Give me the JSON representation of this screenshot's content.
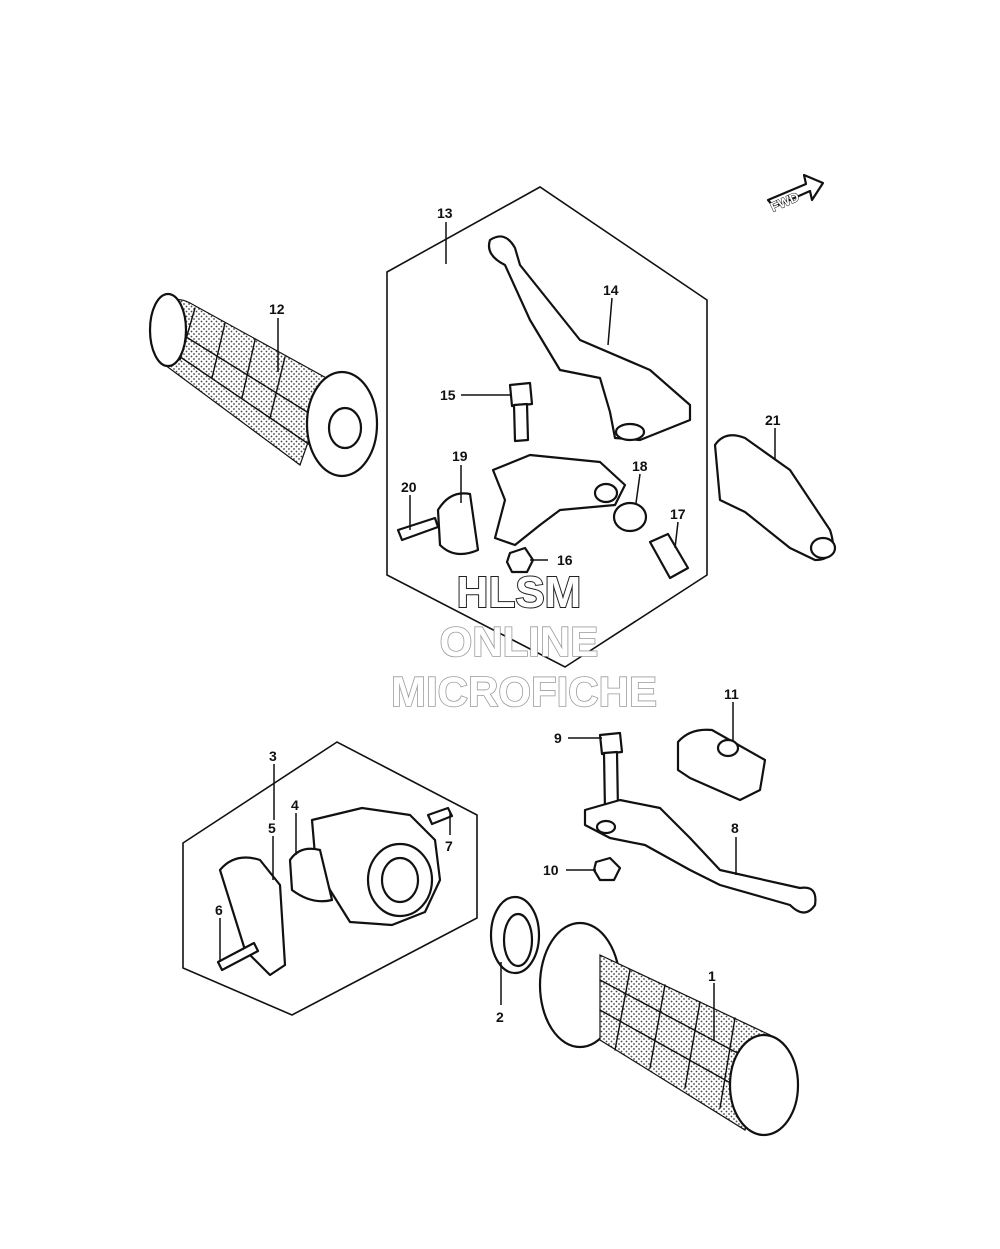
{
  "diagram": {
    "direction_marker": {
      "label": "FWD",
      "icon": "forward-arrow-icon"
    },
    "watermark": {
      "line1": "HLSM",
      "line2": "ONLINE",
      "line3": "MICROFICHE"
    },
    "callouts": {
      "p1": "1",
      "p2": "2",
      "p3": "3",
      "p4": "4",
      "p5": "5",
      "p6": "6",
      "p7": "7",
      "p8": "8",
      "p9": "9",
      "p10": "10",
      "p11": "11",
      "p12": "12",
      "p13": "13",
      "p14": "14",
      "p15": "15",
      "p16": "16",
      "p17": "17",
      "p18": "18",
      "p19": "19",
      "p20": "20",
      "p21": "21"
    }
  }
}
